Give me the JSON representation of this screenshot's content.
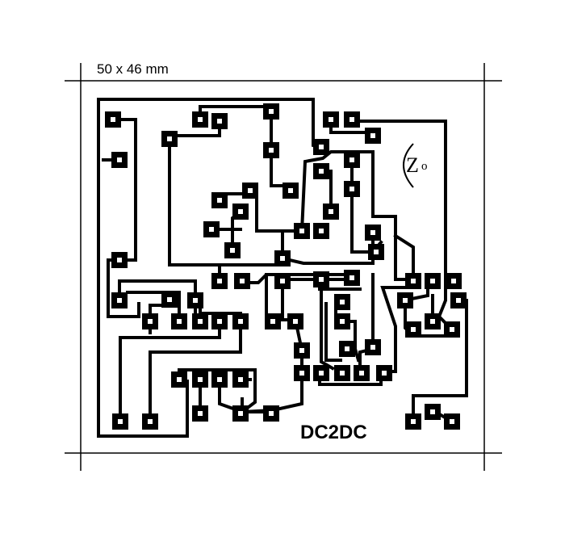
{
  "board": {
    "dimension_label": "50 x 46 mm",
    "name_label": "DC2DC",
    "logo": {
      "text_big": "Z",
      "text_small": "o"
    },
    "colors": {
      "ink": "#000000",
      "paper": "#ffffff"
    },
    "icons": {
      "logo": "zo-logo-icon"
    }
  }
}
